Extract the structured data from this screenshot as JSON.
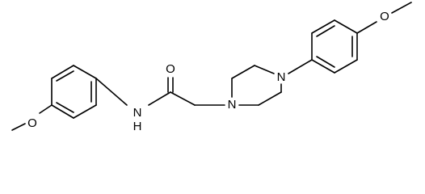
{
  "molecule": {
    "atoms": {
      "O_left_methoxy": "O",
      "N_amide": "N",
      "H_amide": "H",
      "O_carbonyl": "O",
      "N_piperazine_1": "N",
      "N_piperazine_4": "N",
      "O_right_methoxy": "O"
    }
  }
}
